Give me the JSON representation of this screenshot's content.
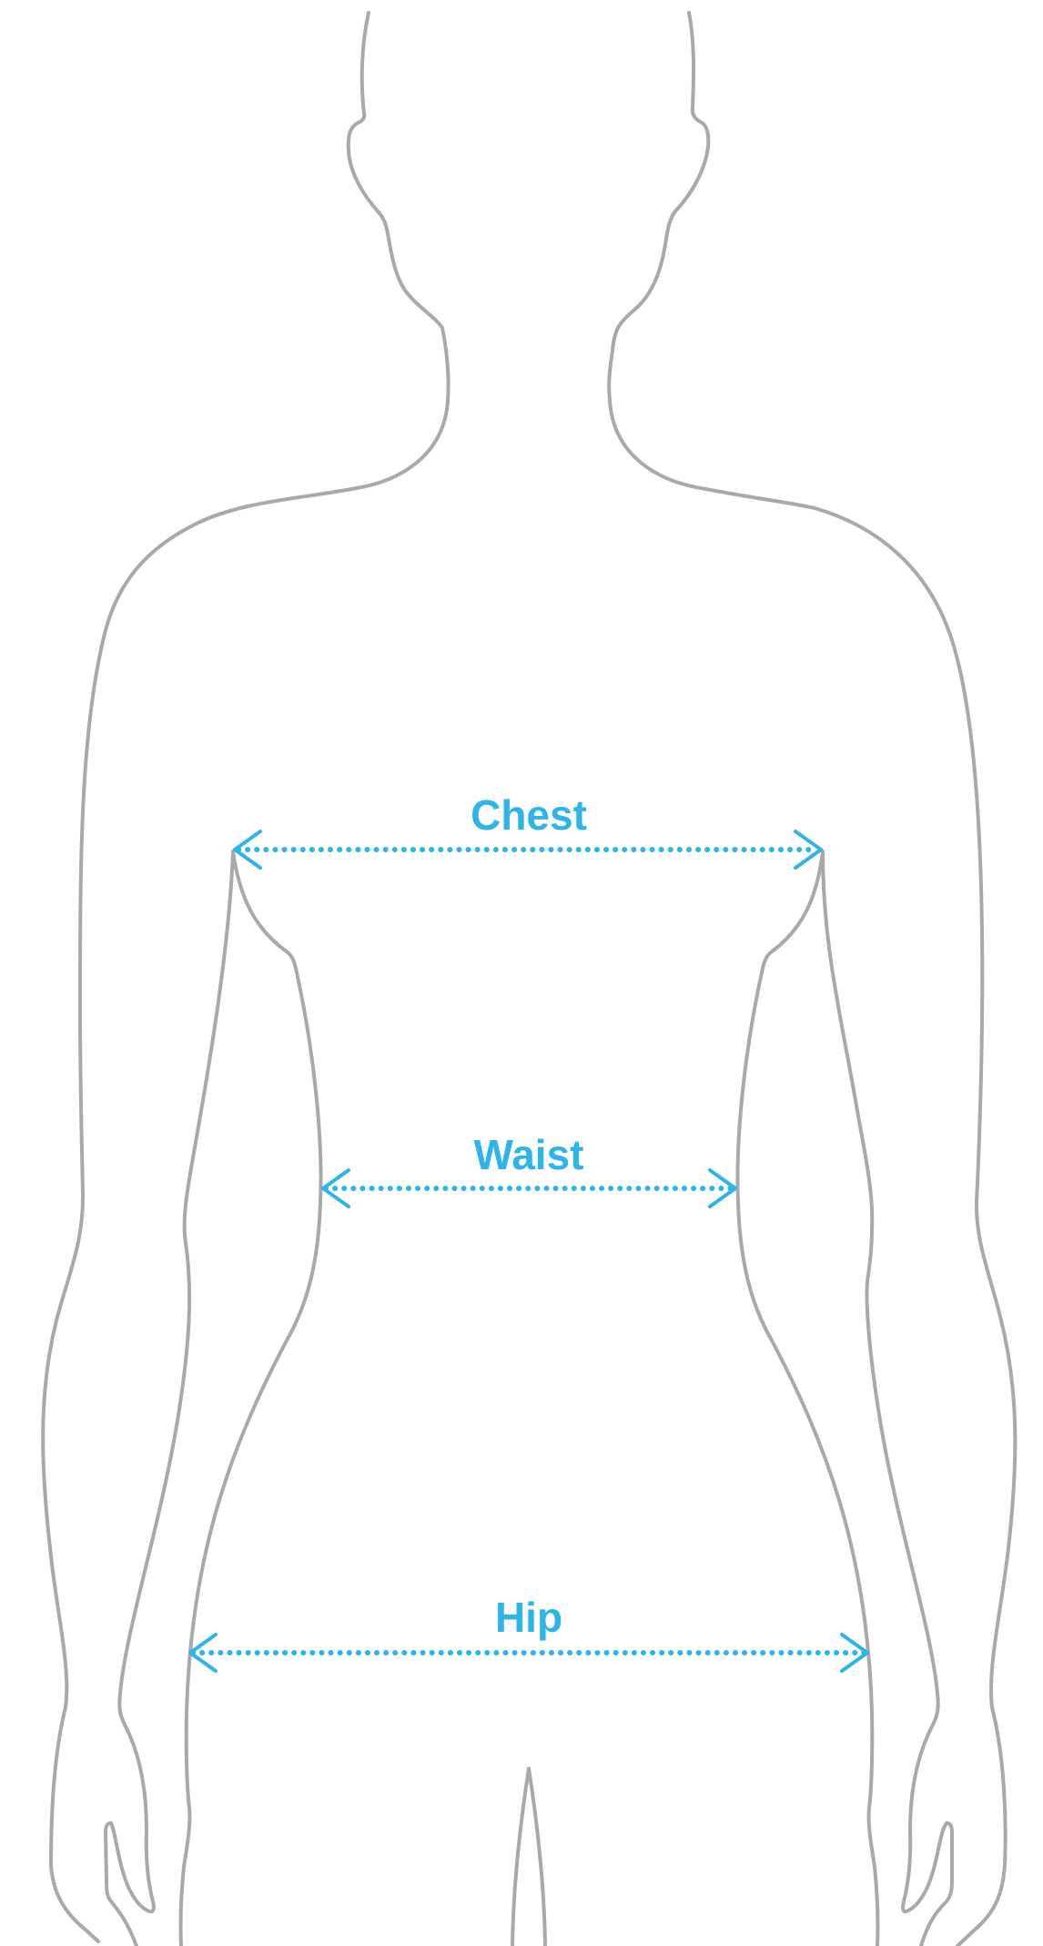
{
  "colors": {
    "outline": "#a9a9ab",
    "accent": "#2db4e8",
    "background": "#ffffff"
  },
  "measurements": {
    "chest": {
      "label": "Chest"
    },
    "waist": {
      "label": "Waist"
    },
    "hip": {
      "label": "Hip"
    }
  }
}
